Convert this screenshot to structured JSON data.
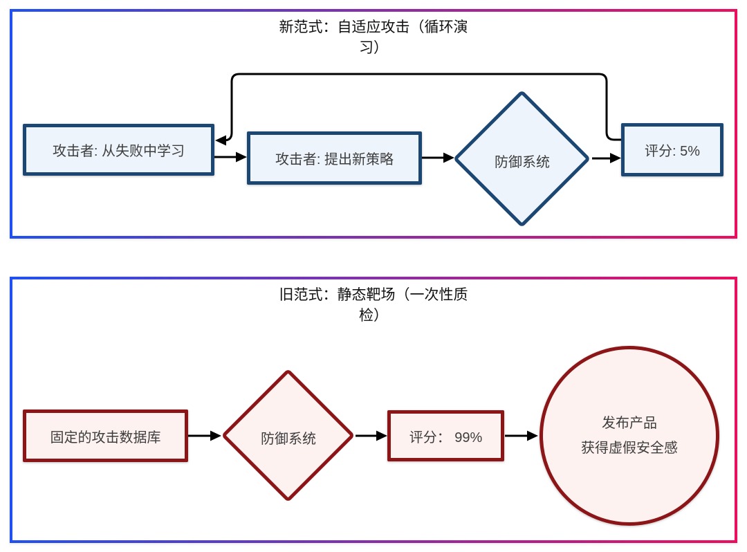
{
  "colors": {
    "panel_border_left": "#2051f0",
    "panel_border_right": "#ec0e5e",
    "blue_node_border": "#1b4772",
    "blue_node_fill": "#edf4fb",
    "red_node_border": "#8c1518",
    "red_node_fill": "#fdf2f0",
    "arrow": "#000000"
  },
  "panels": [
    {
      "id": "new-paradigm",
      "title": "新范式：自适应攻击（循环演\n习）",
      "nodes": {
        "learn": "攻击者: 从失败中学习",
        "strategy": "攻击者: 提出新策略",
        "defense": "防御系统",
        "score": "评分: 5%"
      }
    },
    {
      "id": "old-paradigm",
      "title": "旧范式：静态靶场（一次性质\n检）",
      "nodes": {
        "database": "固定的攻击数据库",
        "defense": "防御系统",
        "score": "评分： 99%",
        "release": "发布产品\n获得虚假安全感"
      }
    }
  ]
}
